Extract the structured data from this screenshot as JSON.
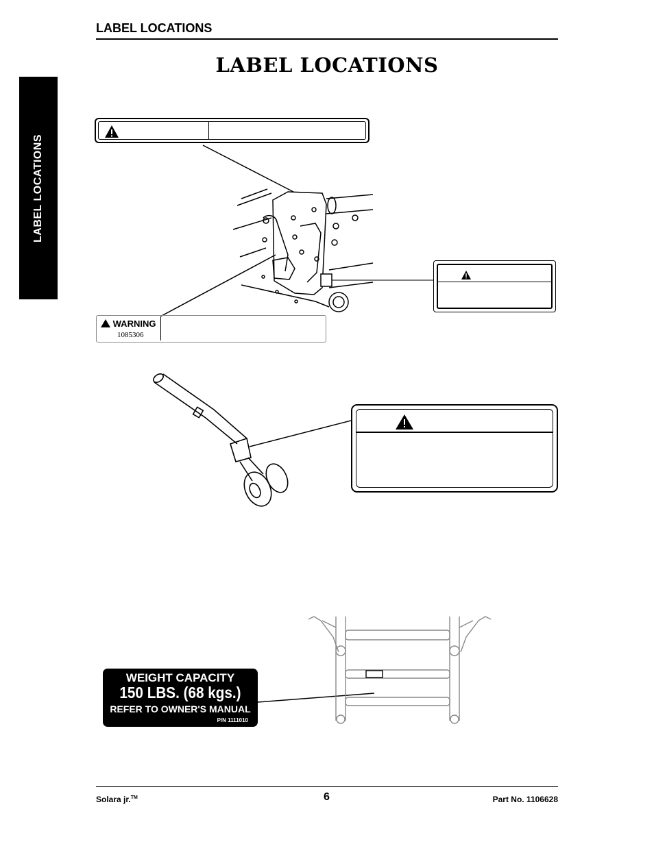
{
  "header": {
    "section_label": "LABEL LOCATIONS",
    "page_title": "LABEL LOCATIONS"
  },
  "side_tab": {
    "label": "LABEL LOCATIONS"
  },
  "labels": {
    "small_warning": {
      "word": "WARNING",
      "part_number": "1085306"
    },
    "weight_capacity": {
      "line1": "WEIGHT CAPACITY",
      "line2": "150 LBS. (68 kgs.)",
      "line3": "REFER TO OWNER'S MANUAL",
      "part_number": "P/N 1111010"
    }
  },
  "footer": {
    "product": "Solara jr.",
    "trademark": "TM",
    "page_number": "6",
    "part_no": "Part No. 1106628"
  },
  "icons": [
    "warning-triangle-icon"
  ]
}
